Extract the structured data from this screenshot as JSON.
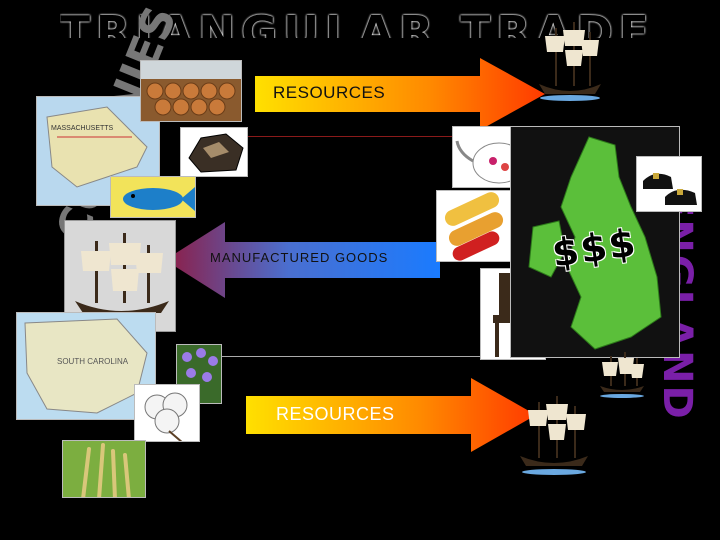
{
  "title": "TRIANGULAR TRADE",
  "left_region_label": "COLONIES",
  "right_region_label": "ENGLAND",
  "arrows": {
    "top_label": "RESOURCES",
    "middle_label": "MANUFACTURED GOODS",
    "bottom_label": "RESOURCES"
  },
  "money_symbol": "$$$",
  "map_labels": {
    "north": "MASSACHUSETTS",
    "south": "SOUTH CAROLINA"
  },
  "colors": {
    "background": "#000000",
    "arrow_warm_start": "#ffd700",
    "arrow_warm_end": "#ff4500",
    "arrow_cool_start": "#0a66ff",
    "arrow_cool_end": "#8b1a3a",
    "map_green": "#5bbf3a",
    "sea_blue": "#7fb6e8"
  }
}
